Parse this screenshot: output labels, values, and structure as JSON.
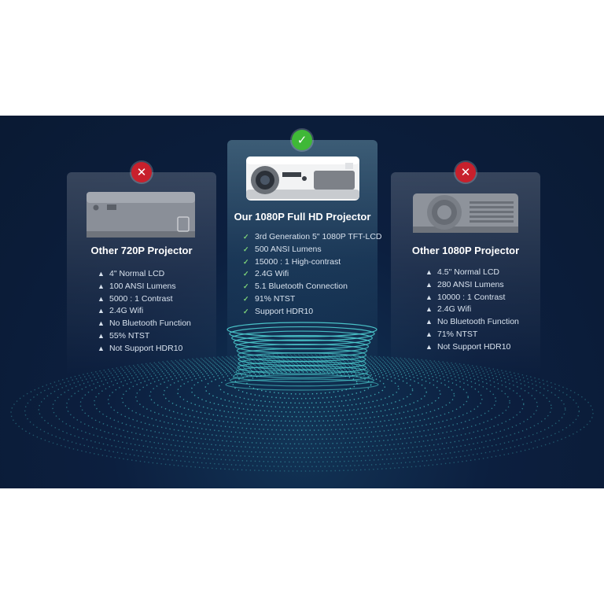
{
  "panels": {
    "left": {
      "title": "Other 720P Projector",
      "status_icon": "cross-icon",
      "features": [
        "4\" Normal LCD",
        "100 ANSI Lumens",
        "5000 : 1 Contrast",
        "2.4G Wifi",
        "No Bluetooth Function",
        "55% NTST",
        "Not Support HDR10"
      ]
    },
    "middle": {
      "title": "Our 1080P Full HD Projector",
      "status_icon": "check-icon",
      "features": [
        "3rd Generation 5\" 1080P TFT-LCD",
        "500 ANSI Lumens",
        "15000 : 1 High-contrast",
        "2.4G Wifi",
        "5.1 Bluetooth Connection",
        "91% NTST",
        "Support HDR10"
      ]
    },
    "right": {
      "title": "Other 1080P Projector",
      "status_icon": "cross-icon",
      "features": [
        "4.5\" Normal LCD",
        "280 ANSI Lumens",
        "10000 : 1 Contrast",
        "2.4G Wifi",
        "No Bluetooth Function",
        "71% NTST",
        "Not Support HDR10"
      ]
    }
  },
  "markers": {
    "bad": "▲",
    "good": "✓",
    "cross": "✕",
    "check": "✓"
  },
  "colors": {
    "background": "#0c1f3f",
    "accent_wave": "#4fd8d8",
    "good": "#3fb837",
    "bad": "#c8202c"
  }
}
